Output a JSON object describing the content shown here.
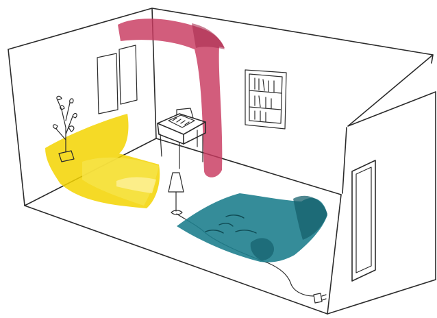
{
  "scene": {
    "description_visible_text": "",
    "colors": {
      "line": "#2b2b2b",
      "curtain": "#c8395f",
      "rug": "#1f7f8e",
      "sofa": "#f3d400",
      "background": "#ffffff"
    },
    "objects": [
      "room-outline",
      "curtain-rail-drape",
      "wall-frame-left",
      "wall-frame-right",
      "bookshelf",
      "desk",
      "typewriter",
      "plant",
      "sofa",
      "floor-lamp",
      "rug",
      "door",
      "power-cord",
      "power-plug"
    ]
  }
}
